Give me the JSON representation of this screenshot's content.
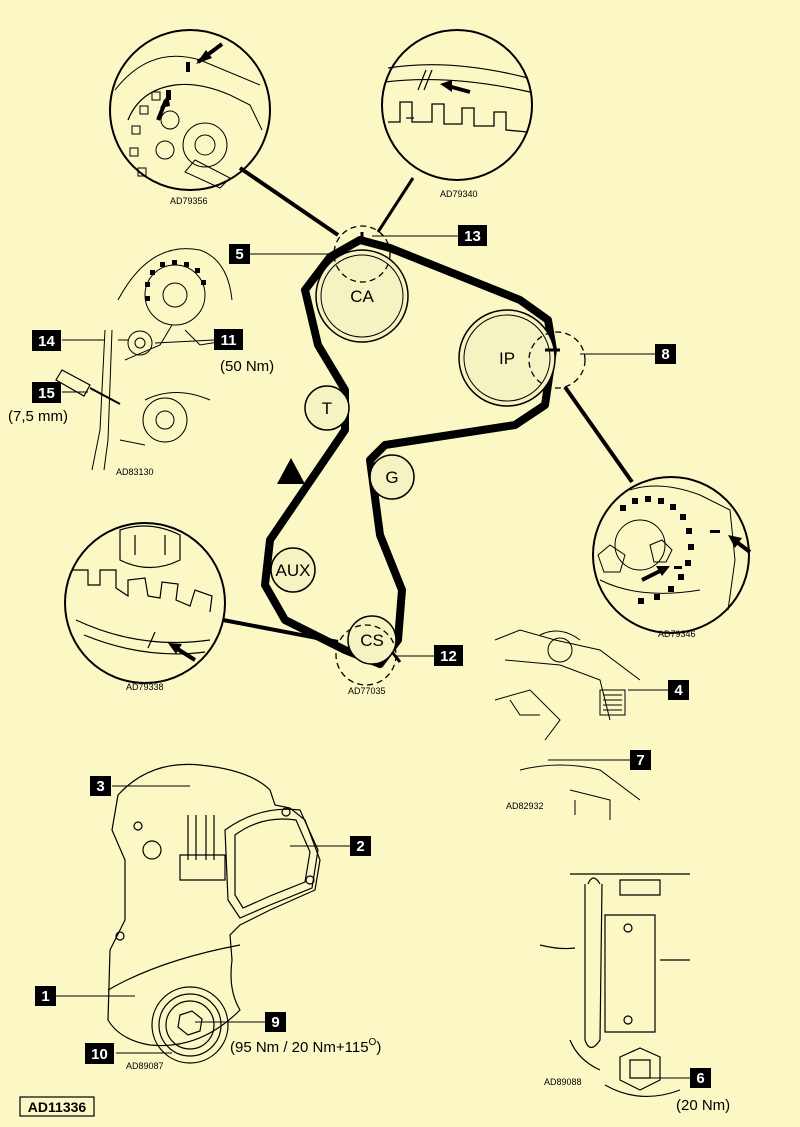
{
  "pulleys": {
    "camshaft": "CA",
    "injection_pump": "IP",
    "tensioner": "T",
    "guide": "G",
    "auxiliary": "AUX",
    "crankshaft": "CS"
  },
  "callouts": {
    "c1": "1",
    "c2": "2",
    "c3": "3",
    "c4": "4",
    "c5": "5",
    "c6": "6",
    "c7": "7",
    "c8": "8",
    "c9": "9",
    "c10": "10",
    "c11": "11",
    "c12": "12",
    "c13": "13",
    "c14": "14",
    "c15": "15"
  },
  "torques": {
    "tensioner_bolt": "(50 Nm)",
    "crank_bolt": "(95 Nm / 20 Nm+115",
    "crank_bolt_degree": "O",
    "crank_bolt_close": ")",
    "plug": "(20 Nm)",
    "tool_size": "(7,5 mm)"
  },
  "refs": {
    "cam_detail": "AD79356",
    "belt_detail": "AD79340",
    "tensioner_detail": "AD83130",
    "pump_detail": "AD79346",
    "crank_detail": "AD79338",
    "crank_circle": "AD77035",
    "pump_lock": "AD82932",
    "cover_detail": "AD89087",
    "plug_detail": "AD89088"
  },
  "figure_code": "AD11336",
  "icons": {
    "direction": "rotation-direction-triangle-icon"
  }
}
